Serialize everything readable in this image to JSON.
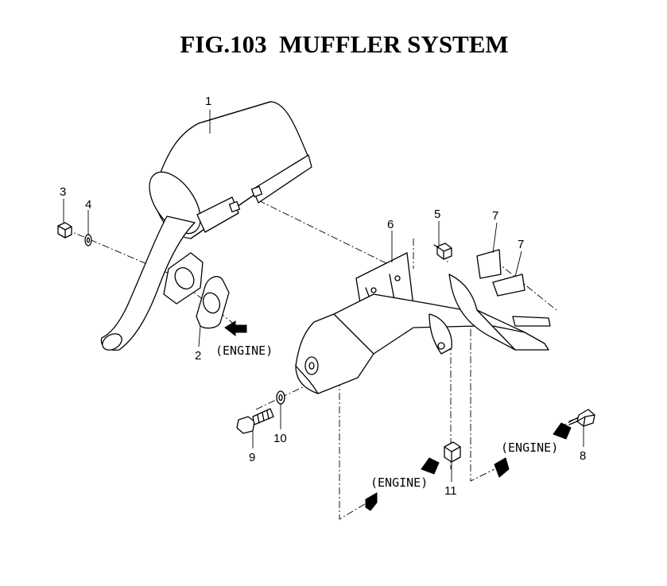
{
  "figure": {
    "title": "FIG.103  MUFFLER SYSTEM"
  },
  "callouts": [
    {
      "id": "p1",
      "label": "1"
    },
    {
      "id": "p2",
      "label": "2"
    },
    {
      "id": "p3",
      "label": "3"
    },
    {
      "id": "p4",
      "label": "4"
    },
    {
      "id": "p5",
      "label": "5"
    },
    {
      "id": "p6",
      "label": "6"
    },
    {
      "id": "p7a",
      "label": "7"
    },
    {
      "id": "p7b",
      "label": "7"
    },
    {
      "id": "p8",
      "label": "8"
    },
    {
      "id": "p9",
      "label": "9"
    },
    {
      "id": "p10",
      "label": "10"
    },
    {
      "id": "p11",
      "label": "11"
    }
  ],
  "engine_labels": [
    {
      "id": "engine-gasket",
      "text": "(ENGINE)"
    },
    {
      "id": "engine-lower",
      "text": "(ENGINE)"
    },
    {
      "id": "engine-right",
      "text": "(ENGINE)"
    }
  ]
}
